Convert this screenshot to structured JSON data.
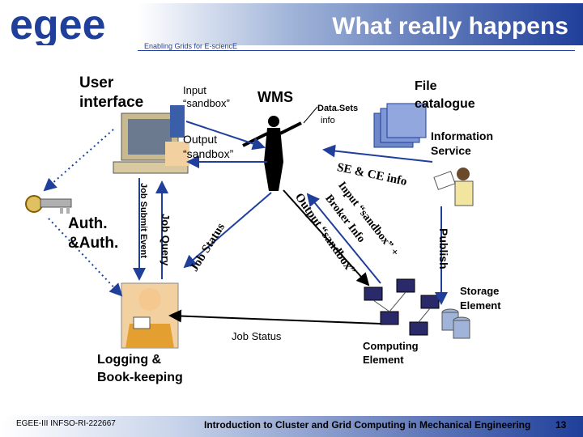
{
  "header": {
    "title": "What  really happens",
    "tagline": "Enabling Grids for E-sciencE"
  },
  "logo": {
    "text": "egee"
  },
  "nodes": {
    "user_interface_1": "User",
    "user_interface_2": "interface",
    "wms": "WMS",
    "file_catalogue_1": "File",
    "file_catalogue_2": "catalogue",
    "information_service_1": "Information",
    "information_service_2": "Service",
    "auth_1": "Auth.",
    "auth_2": "&Auth.",
    "logging_1": "Logging &",
    "logging_2": "Book-keeping",
    "storage_element_1": "Storage",
    "storage_element_2": "Element",
    "computing_element_1": "Computing",
    "computing_element_2": "Element"
  },
  "labels": {
    "input_sandbox_1": "Input",
    "input_sandbox_2": "“sandbox”",
    "datasets_info_1": "Data.Sets",
    "datasets_info_2": "info",
    "output_sandbox_1": "Output",
    "output_sandbox_2": "“sandbox”",
    "se_ce_info": "SE & CE info",
    "input_sandbox_broker": "Input “sandbox” +",
    "broker_info": "Broker Info",
    "output_sandbox_rot": "Output “sandbox”",
    "publish": "Publish",
    "job_status_rot": "Job Status",
    "job_query": "Job Query",
    "job_submit_event": "Job Submit Event",
    "job_status": "Job Status"
  },
  "footer": {
    "left": "EGEE-III INFSO-RI-222667",
    "middle": "Introduction to Cluster and Grid Computing in Mechanical Engineering",
    "page": "13"
  },
  "colors": {
    "brand_blue": "#1f3f9a",
    "arrow_blue": "#1f3f9a"
  }
}
